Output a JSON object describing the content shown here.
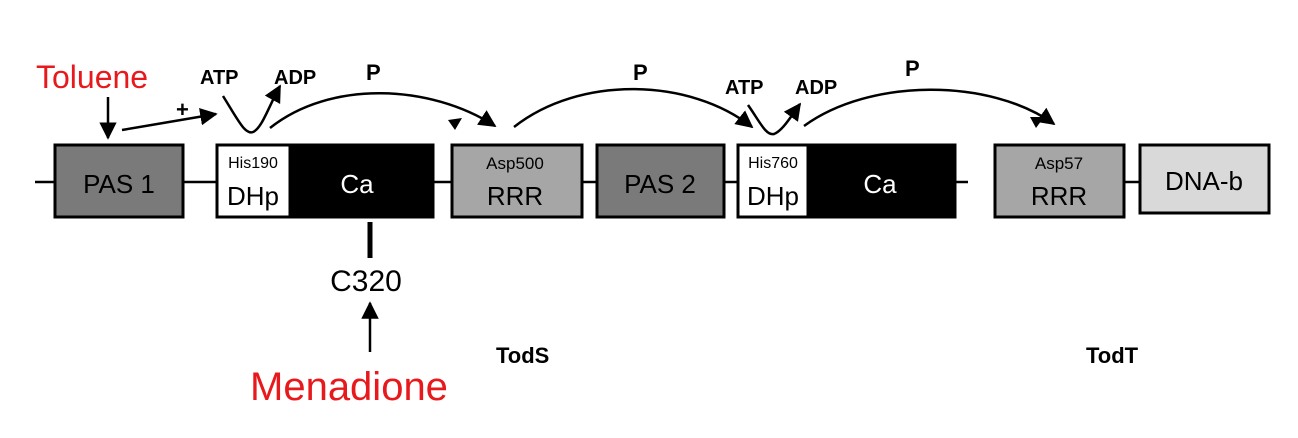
{
  "colors": {
    "dark_domain": "#7a7a7a",
    "rrr_domain": "#a6a6a6",
    "dna_domain": "#d9d9d9",
    "dhp_domain": "#ffffff",
    "ca_domain": "#000000",
    "signal_red": "#e8191c"
  },
  "signals": {
    "toluene": "Toluene",
    "menadione": "Menadione"
  },
  "reactions": {
    "atp_1": "ATP",
    "adp_1": "ADP",
    "atp_2": "ATP",
    "adp_2": "ADP",
    "plus": "+",
    "phospho_1": "P",
    "phospho_2": "P",
    "phospho_3": "P"
  },
  "domains": {
    "pas1": "PAS 1",
    "his190": "His190",
    "dhp1": "DHp",
    "ca1": "Ca",
    "asp500": "Asp500",
    "rrr1": "RRR",
    "pas2": "PAS 2",
    "his760": "His760",
    "dhp2": "DHp",
    "ca2": "Ca",
    "asp57": "Asp57",
    "rrr2": "RRR",
    "dnab": "DNA-b"
  },
  "residue": {
    "c320": "C320"
  },
  "proteins": {
    "tods": "TodS",
    "todt": "TodT"
  }
}
